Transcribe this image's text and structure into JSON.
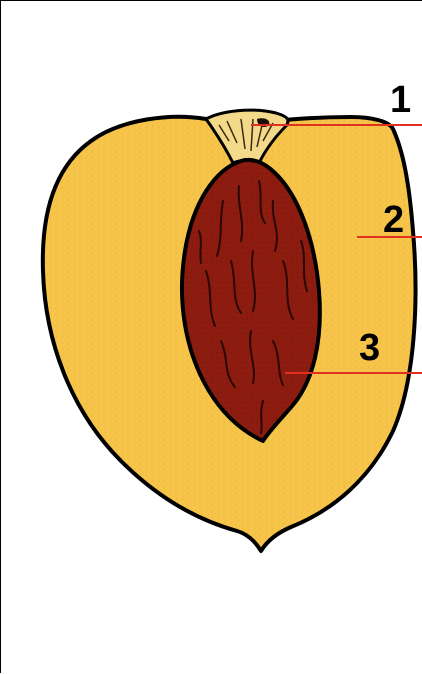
{
  "labels": [
    {
      "number": "1"
    },
    {
      "number": "2"
    },
    {
      "number": "3"
    }
  ],
  "colors": {
    "flesh": "#f7c54a",
    "flesh_speckle": "#e1a93a",
    "pit": "#8c1b10",
    "pit_groove": "#2a0804",
    "outline": "#000000",
    "leader_line": "#e03020",
    "stem_cavity": "#f3d98a"
  }
}
